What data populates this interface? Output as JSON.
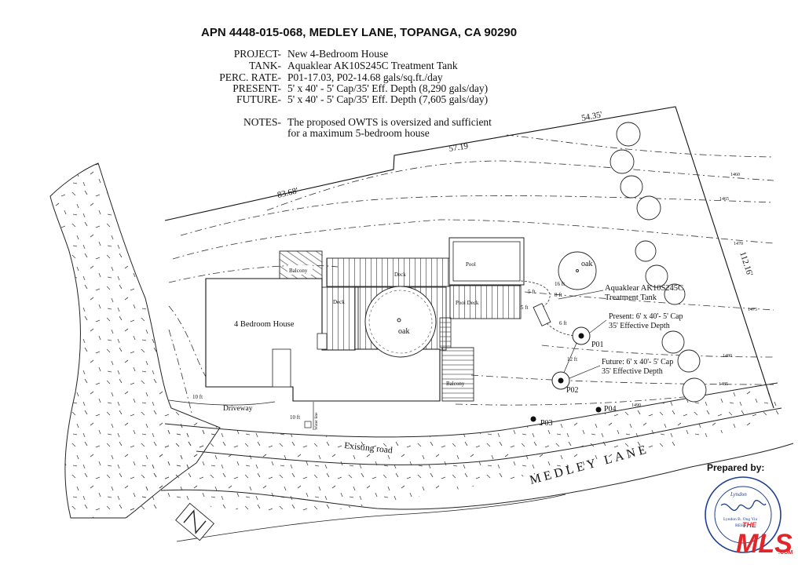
{
  "title": "APN 4448-015-068, MEDLEY LANE, TOPANGA, CA 90290",
  "specs": [
    {
      "label": "PROJECT-",
      "value": "New 4-Bedroom House"
    },
    {
      "label": "TANK-",
      "value": "Aquaklear AK10S245C Treatment Tank"
    },
    {
      "label": "PERC. RATE-",
      "value": "P01-17.03, P02-14.68 gals/sq.ft./day"
    },
    {
      "label": "PRESENT-",
      "value": "5' x 40' - 5' Cap/35' Eff. Depth (8,290 gals/day)"
    },
    {
      "label": "FUTURE-",
      "value": "5' x 40' - 5' Cap/35' Eff. Depth (7,605 gals/day)"
    }
  ],
  "notes": {
    "label": "NOTES-",
    "line1": "The proposed OWTS is oversized and sufficient",
    "line2": "for a maximum 5-bedroom house"
  },
  "boundary": {
    "top_left": "83.68'",
    "top_mid": "57.19",
    "top_right": "54.35'",
    "right": "112.16'"
  },
  "contours": [
    "1460",
    "1465",
    "1470",
    "1475",
    "1480",
    "1485",
    "1490"
  ],
  "structures": {
    "house": "4 Bedroom House",
    "balcony_top": "Balcony",
    "balcony_bottom": "Balcony",
    "deck_top": "Deck",
    "deck_left": "Deck",
    "pool": "Pool",
    "pool_deck": "Pool Deck",
    "oak_center": "oak",
    "oak_right": "oak",
    "driveway": "Driveway",
    "water_line": "Water line",
    "existing_road": "Existing road",
    "street": "MEDLEY LANE"
  },
  "tank": {
    "line1": "Aquaklear AK10S245C",
    "line2": "Treatment Tank"
  },
  "present": {
    "line1": "Present: 6' x 40'- 5' Cap",
    "line2": "35' Effective Depth"
  },
  "future": {
    "line1": "Future: 6' x 40'- 5' Cap",
    "line2": "35' Effective Depth"
  },
  "points": {
    "p01": "P01",
    "p02": "P02",
    "p03": "P03",
    "p04": "P04"
  },
  "dims": {
    "d16": "16 ft",
    "d5a": "5 ft",
    "d5b": "5 ft",
    "d8": "8 ft",
    "d6": "6 ft",
    "d12": "12 ft",
    "d10a": "10 ft",
    "d10b": "10 ft"
  },
  "prepared_by": "Prepared by:",
  "stamp": {
    "signature": "Lyndon",
    "line1": "Lyndon B. Ong Yiu",
    "line2": "REHS"
  },
  "mls_logo": {
    "word1": "THE",
    "word2": "MLS",
    "suffix": ".COM"
  },
  "colors": {
    "ink": "#111111",
    "mls_red": "#e0262b",
    "stamp_blue": "#1f3f8f"
  }
}
